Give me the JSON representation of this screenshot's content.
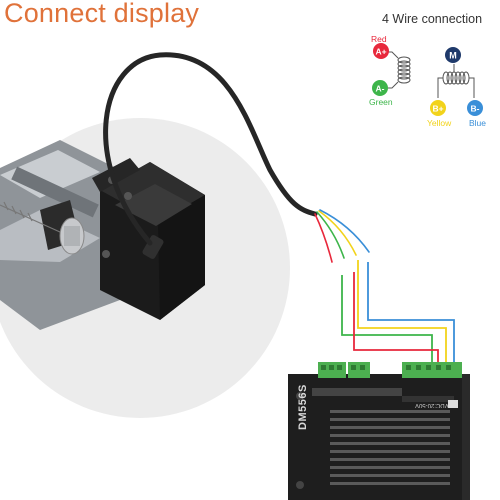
{
  "header": {
    "title": "Connect display"
  },
  "diagram": {
    "title": "4 Wire connection",
    "pins": {
      "a_plus": {
        "badge": "A+",
        "color_label": "Red",
        "color": "#e8283c"
      },
      "a_minus": {
        "badge": "A-",
        "color_label": "Green",
        "color": "#3db54a"
      },
      "b_plus": {
        "badge": "B+",
        "color_label": "Yellow",
        "color": "#f2d31b"
      },
      "b_minus": {
        "badge": "B-",
        "color_label": "Blue",
        "color": "#3a8fd8"
      },
      "motor": {
        "badge": "M",
        "color": "#1f3a6b"
      }
    }
  },
  "driver": {
    "model": "DM556S",
    "voltage": "VDC:20-50V"
  },
  "colors": {
    "accent": "#e0723a",
    "background_circle": "#ededed",
    "driver_body": "#222222",
    "terminal_green": "#4caf50"
  }
}
